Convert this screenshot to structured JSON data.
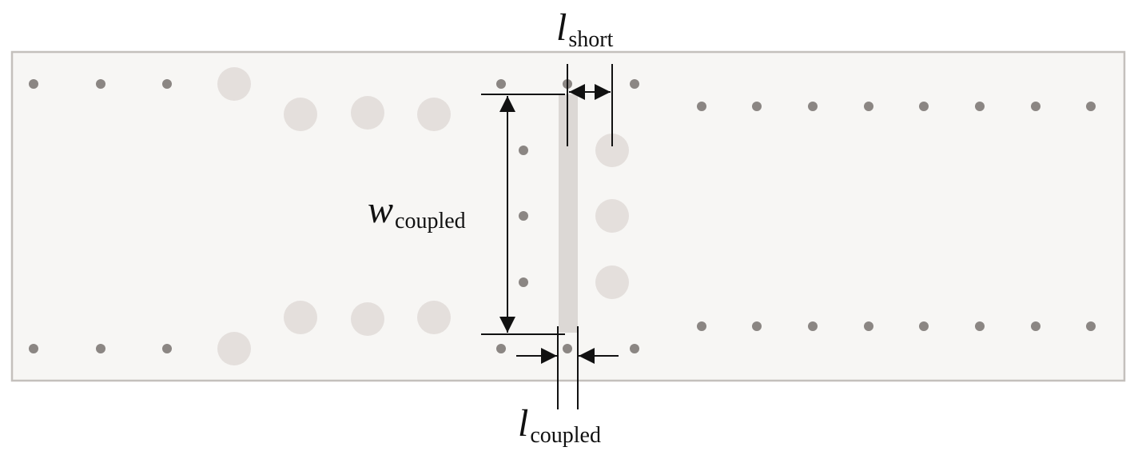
{
  "labels": {
    "l_short": {
      "symbol": "l",
      "subscript": "short"
    },
    "w_coupled": {
      "symbol": "w",
      "subscript": "coupled"
    },
    "l_coupled": {
      "symbol": "l",
      "subscript": "coupled"
    }
  },
  "colors": {
    "substrate_fill": "#f7f6f4",
    "substrate_border": "#c4c0bc",
    "small_via": "#8b8683",
    "large_via": "#e4dfdc",
    "coupling_slot": "#dcd8d5",
    "dimension_line": "#111111"
  }
}
